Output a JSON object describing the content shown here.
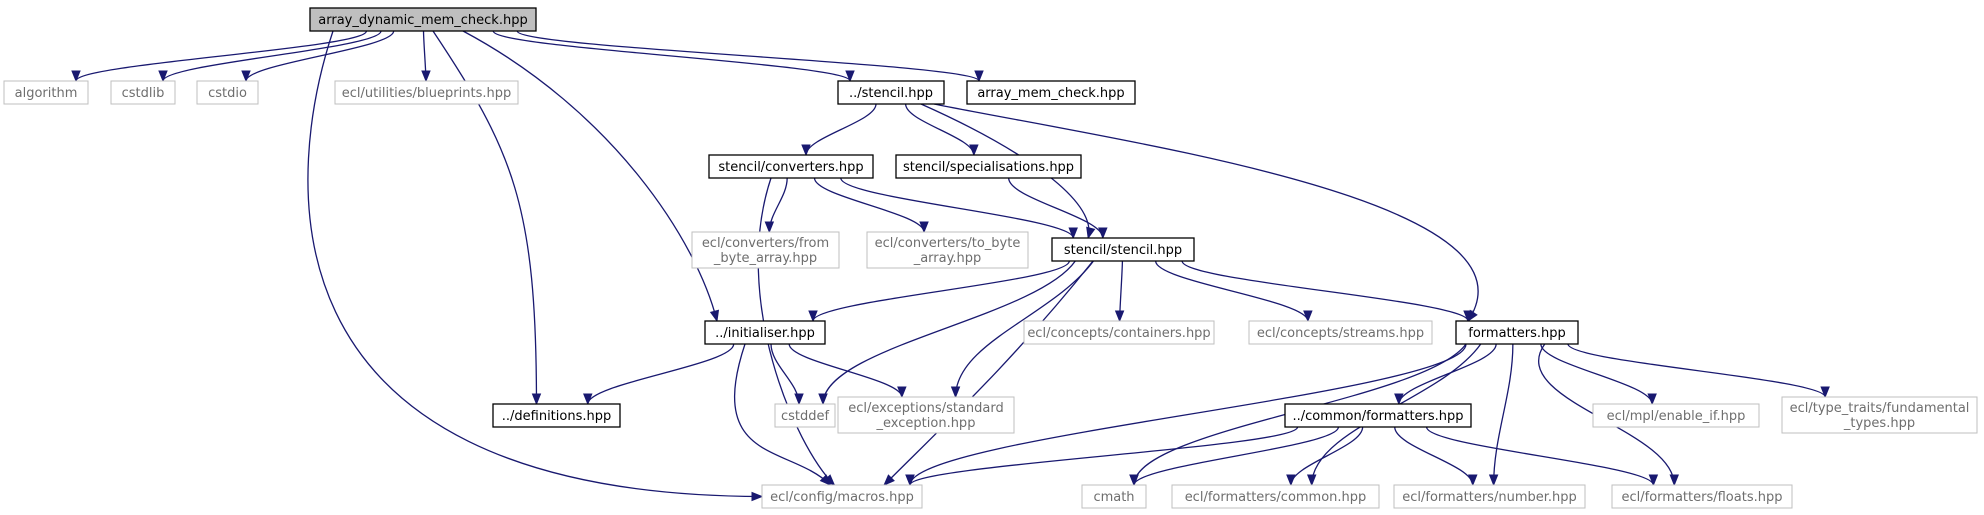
{
  "diagram": {
    "nodes": [
      {
        "id": "root",
        "lines": [
          "array_dynamic_mem_check.hpp"
        ],
        "kind": "root"
      },
      {
        "id": "algorithm",
        "lines": [
          "algorithm"
        ],
        "kind": "ext"
      },
      {
        "id": "cstdlib",
        "lines": [
          "cstdlib"
        ],
        "kind": "ext"
      },
      {
        "id": "cstdio",
        "lines": [
          "cstdio"
        ],
        "kind": "ext"
      },
      {
        "id": "blueprints",
        "lines": [
          "ecl/utilities/blueprints.hpp"
        ],
        "kind": "ext"
      },
      {
        "id": "stencil_hpp",
        "lines": [
          "../stencil.hpp"
        ],
        "kind": "int"
      },
      {
        "id": "array_mem_check",
        "lines": [
          "array_mem_check.hpp"
        ],
        "kind": "int"
      },
      {
        "id": "converters",
        "lines": [
          "stencil/converters.hpp"
        ],
        "kind": "int"
      },
      {
        "id": "specialisations",
        "lines": [
          "stencil/specialisations.hpp"
        ],
        "kind": "int"
      },
      {
        "id": "from_byte",
        "lines": [
          "ecl/converters/from",
          "_byte_array.hpp"
        ],
        "kind": "ext"
      },
      {
        "id": "to_byte",
        "lines": [
          "ecl/converters/to_byte",
          "_array.hpp"
        ],
        "kind": "ext"
      },
      {
        "id": "stencil_stencil",
        "lines": [
          "stencil/stencil.hpp"
        ],
        "kind": "int"
      },
      {
        "id": "initialiser",
        "lines": [
          "../initialiser.hpp"
        ],
        "kind": "int"
      },
      {
        "id": "containers",
        "lines": [
          "ecl/concepts/containers.hpp"
        ],
        "kind": "ext"
      },
      {
        "id": "streams",
        "lines": [
          "ecl/concepts/streams.hpp"
        ],
        "kind": "ext"
      },
      {
        "id": "formatters",
        "lines": [
          "formatters.hpp"
        ],
        "kind": "int"
      },
      {
        "id": "definitions",
        "lines": [
          "../definitions.hpp"
        ],
        "kind": "int"
      },
      {
        "id": "cstddef",
        "lines": [
          "cstddef"
        ],
        "kind": "ext"
      },
      {
        "id": "std_exception",
        "lines": [
          "ecl/exceptions/standard",
          "_exception.hpp"
        ],
        "kind": "ext"
      },
      {
        "id": "common_formatters",
        "lines": [
          "../common/formatters.hpp"
        ],
        "kind": "int"
      },
      {
        "id": "enable_if",
        "lines": [
          "ecl/mpl/enable_if.hpp"
        ],
        "kind": "ext"
      },
      {
        "id": "fundamental",
        "lines": [
          "ecl/type_traits/fundamental",
          "_types.hpp"
        ],
        "kind": "ext"
      },
      {
        "id": "macros",
        "lines": [
          "ecl/config/macros.hpp"
        ],
        "kind": "ext"
      },
      {
        "id": "cmath",
        "lines": [
          "cmath"
        ],
        "kind": "ext"
      },
      {
        "id": "f_common",
        "lines": [
          "ecl/formatters/common.hpp"
        ],
        "kind": "ext"
      },
      {
        "id": "f_number",
        "lines": [
          "ecl/formatters/number.hpp"
        ],
        "kind": "ext"
      },
      {
        "id": "f_floats",
        "lines": [
          "ecl/formatters/floats.hpp"
        ],
        "kind": "ext"
      }
    ]
  }
}
